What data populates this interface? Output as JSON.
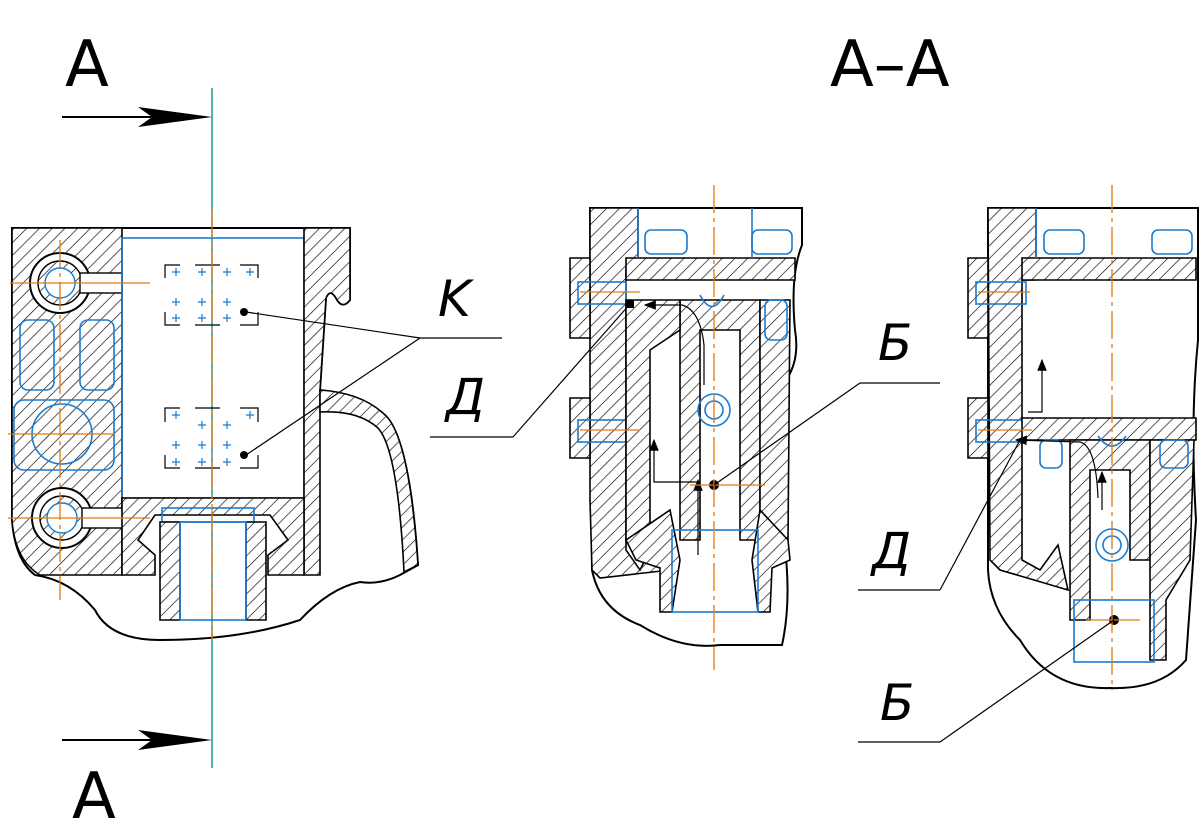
{
  "labels": {
    "section_a_top": "A",
    "section_a_bottom": "A",
    "section_title": "A–A",
    "k": "K",
    "d_left": "Д",
    "b_left": "Б",
    "d_right": "Д",
    "b_right": "Б"
  },
  "colors": {
    "outline": "#000000",
    "contour": "#1a7bd0",
    "axis": "#e07a10",
    "cutting_plane": "#0e8f8f"
  }
}
